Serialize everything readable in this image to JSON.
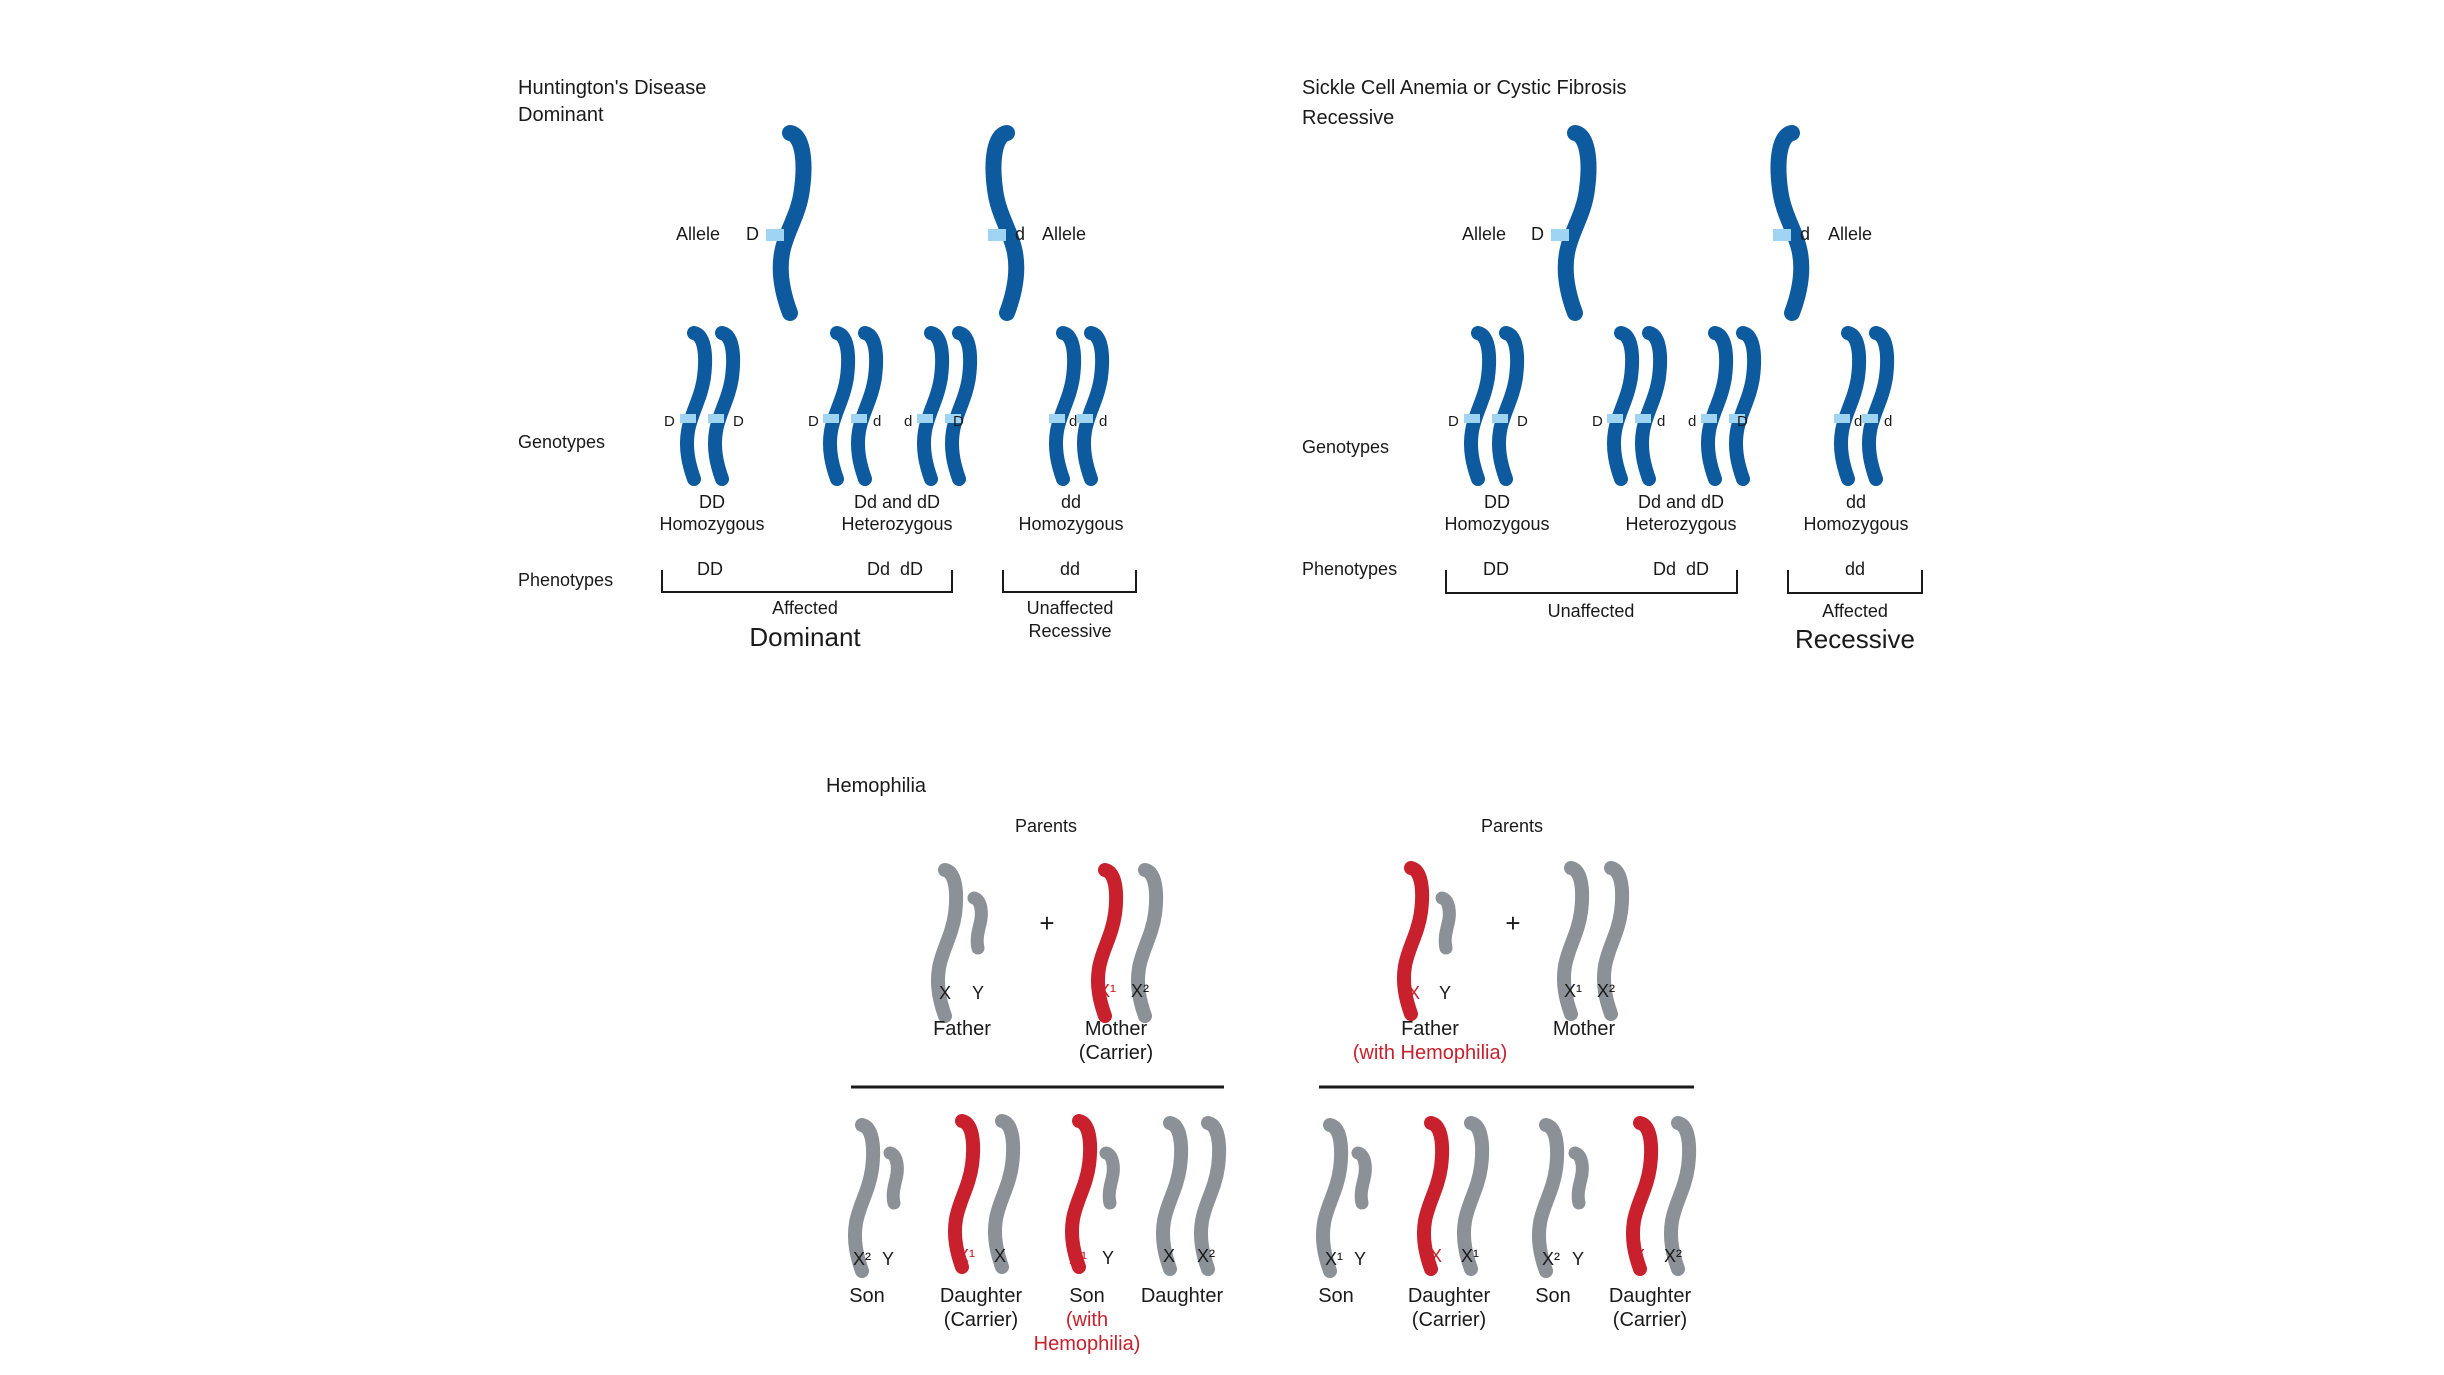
{
  "colors": {
    "chromosome_blue": "#0d5a9e",
    "allele_band": "#9fd4f2",
    "chromosome_gray": "#8b9196",
    "chromosome_red": "#c8202c",
    "text": "#1a1a1a"
  },
  "dominant": {
    "title": "Huntington's Disease",
    "subtitle": "Dominant",
    "allele_word": "Allele",
    "allele_upper": "D",
    "allele_lower": "d",
    "genotypes_label": "Genotypes",
    "phenotypes_label": "Phenotypes",
    "genotype_groups": [
      {
        "code": "DD",
        "desc": "Homozygous"
      },
      {
        "code": "Dd and dD",
        "desc": "Heterozygous"
      },
      {
        "code": "dd",
        "desc": "Homozygous"
      }
    ],
    "pheno_left_a": "DD",
    "pheno_left_b": "Dd  dD",
    "pheno_right": "dd",
    "bracket_left_label": "Affected",
    "bracket_left_big": "Dominant",
    "bracket_right_label": "Unaffected",
    "bracket_right_sub": "Recessive"
  },
  "recessive": {
    "title": "Sickle Cell Anemia or Cystic Fibrosis",
    "subtitle": "Recessive",
    "allele_word": "Allele",
    "allele_upper": "D",
    "allele_lower": "d",
    "genotypes_label": "Genotypes",
    "phenotypes_label": "Phenotypes",
    "genotype_groups": [
      {
        "code": "DD",
        "desc": "Homozygous"
      },
      {
        "code": "Dd and dD",
        "desc": "Heterozygous"
      },
      {
        "code": "dd",
        "desc": "Homozygous"
      }
    ],
    "pheno_left_a": "DD",
    "pheno_left_b": "Dd  dD",
    "pheno_right": "dd",
    "bracket_left_label": "Unaffected",
    "bracket_right_label": "Affected",
    "bracket_right_big": "Recessive"
  },
  "hemophilia": {
    "title": "Hemophilia",
    "left": {
      "parents_label": "Parents",
      "plus": "+",
      "father": {
        "label": "Father",
        "a": "X",
        "b": "Y"
      },
      "mother": {
        "label": "Mother",
        "sub": "(Carrier)",
        "a": "X¹",
        "b": "X²"
      },
      "children": [
        {
          "a": "X²",
          "b": "Y",
          "label": "Son"
        },
        {
          "a": "X¹",
          "b": "X",
          "label": "Daughter",
          "sub": "(Carrier)"
        },
        {
          "a": "X¹",
          "b": "Y",
          "label": "Son",
          "sub1": "(with",
          "sub2": "Hemophilia)"
        },
        {
          "a": "X",
          "b": "X²",
          "label": "Daughter"
        }
      ]
    },
    "right": {
      "parents_label": "Parents",
      "plus": "+",
      "father": {
        "label": "Father",
        "sub": "(with Hemophilia)",
        "a": "X",
        "b": "Y"
      },
      "mother": {
        "label": "Mother",
        "a": "X¹",
        "b": "X²"
      },
      "children": [
        {
          "a": "X¹",
          "b": "Y",
          "label": "Son"
        },
        {
          "a": "X",
          "b": "X¹",
          "label": "Daughter",
          "sub": "(Carrier)"
        },
        {
          "a": "X²",
          "b": "Y",
          "label": "Son"
        },
        {
          "a": "X",
          "b": "X²",
          "label": "Daughter",
          "sub": "(Carrier)"
        }
      ]
    }
  }
}
